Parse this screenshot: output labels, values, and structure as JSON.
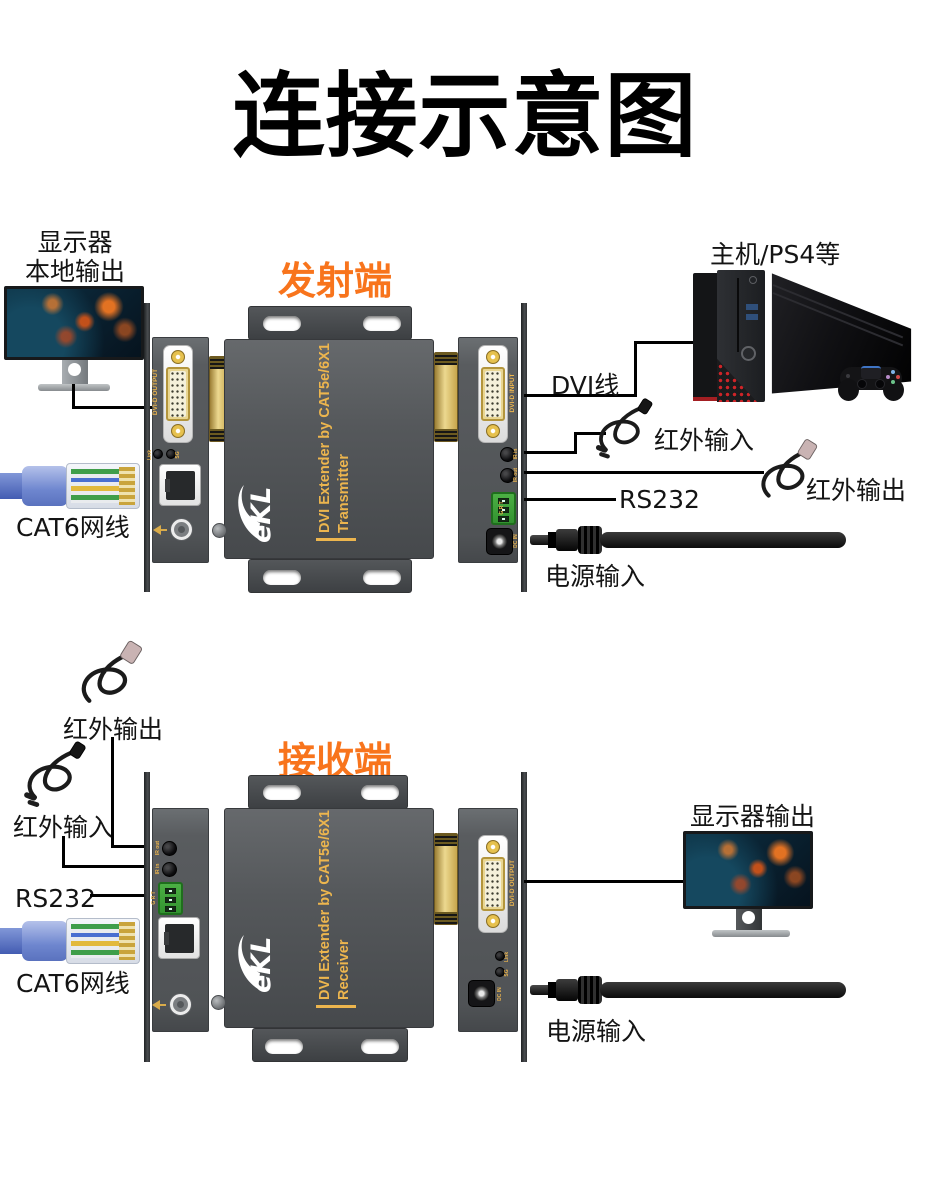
{
  "title": "连接示意图",
  "colors": {
    "accent_orange": "#f8741c",
    "device_label_yellow": "#ecb54e",
    "device_gray": "#55585b",
    "terminal_green": "#3f9e3c",
    "cat6_blue": "#6e86cf",
    "dvi_gold": "#e9d692"
  },
  "transmitter": {
    "section_label": "发射端",
    "device_line1": "DVI Extender by CAT5e/6X1",
    "device_line2": "Transmitter",
    "brand": "eKL"
  },
  "receiver": {
    "section_label": "接收端",
    "device_line1": "DVI Extender by CAT5e/6X1",
    "device_line2": "Receiver",
    "brand": "eKL"
  },
  "ports": {
    "dvi_out": "DVI-D OUTPUT",
    "dvi_in": "DVI-D INPUT",
    "ir_in": "IR in",
    "ir_out": "IR out",
    "terminal": "G R T",
    "dc_in": "DC IN",
    "led_link": "Link",
    "led_sg": "SG"
  },
  "callouts": {
    "monitor_local_line1": "显示器",
    "monitor_local_line2": "本地输出",
    "cat6_top": "CAT6网线",
    "dvi_cable": "DVI线",
    "ir_input_top": "红外输入",
    "ir_output_top": "红外输出",
    "rs232_top": "RS232",
    "power_top": "电源输入",
    "host": "主机/PS4等",
    "ir_output_bottom": "红外输出",
    "ir_input_bottom": "红外输入",
    "rs232_bottom": "RS232",
    "cat6_bottom": "CAT6网线",
    "monitor_output": "显示器输出",
    "power_bottom": "电源输入"
  }
}
